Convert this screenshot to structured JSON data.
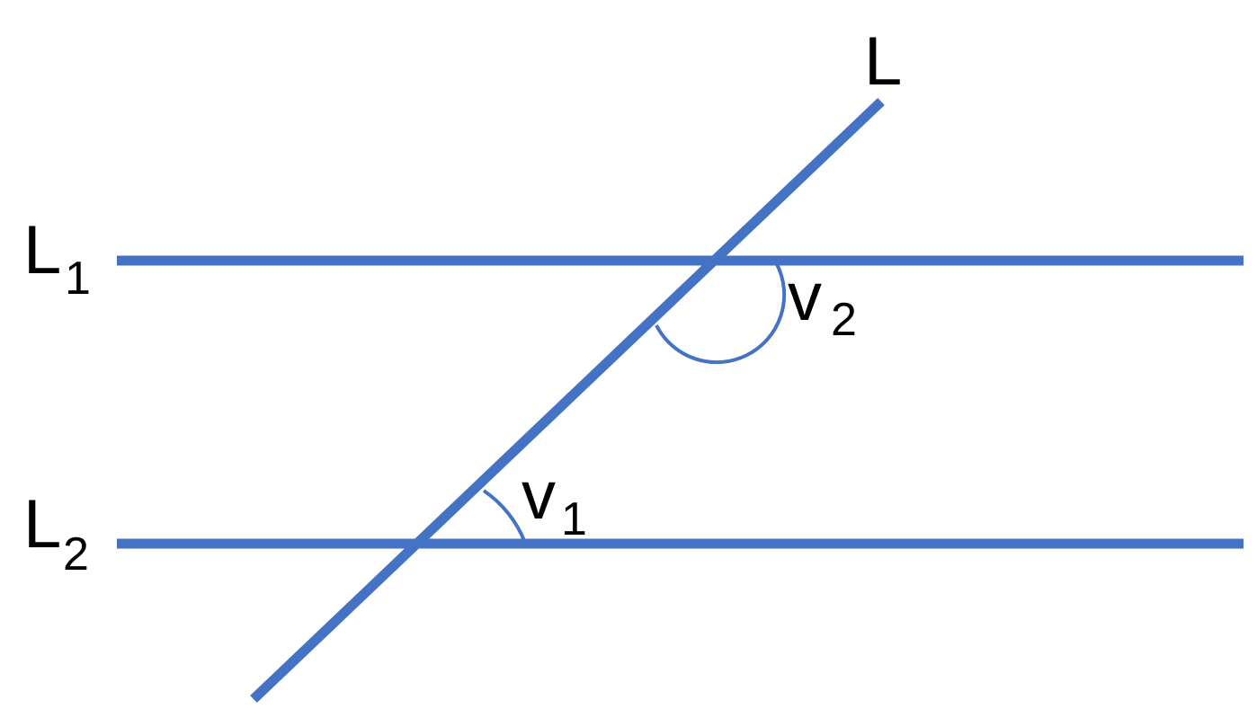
{
  "diagram": {
    "labels": {
      "transversal": "L",
      "line1": {
        "base": "L",
        "sub": "1"
      },
      "line2": {
        "base": "L",
        "sub": "2"
      },
      "angle1": {
        "base": "v",
        "sub": "1"
      },
      "angle2": {
        "base": "v",
        "sub": "2"
      }
    },
    "colors": {
      "line": "#4472C4",
      "text": "#000000",
      "background": "#FFFFFF"
    }
  }
}
